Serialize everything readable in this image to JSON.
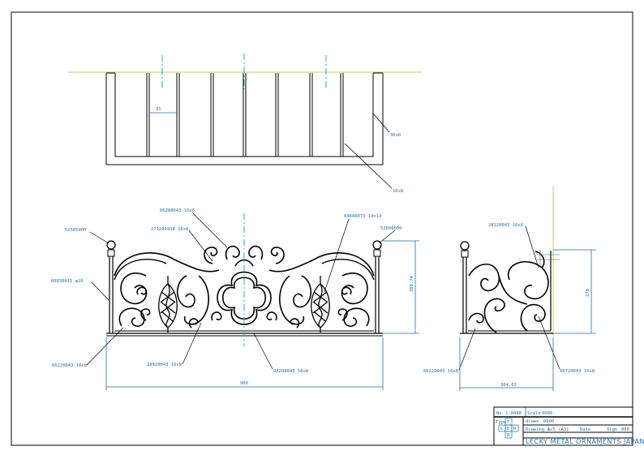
{
  "top_view": {
    "dim_width_91": "91",
    "bar_30x8": "30x8",
    "bar_16x8": "16x8"
  },
  "front_view": {
    "part_52505000": "52505000",
    "part_00030015": "00030015 φ16",
    "part_66288043": "66288043 16x8",
    "part_27320043": "27320043B 16x8",
    "part_04640073": "04640073 14x14",
    "part_52606000": "52606000",
    "part_66220043": "66220043 16x8",
    "part_28820043": "28820043 16x8",
    "part_98288043": "98288043 16x8",
    "dim_height": "388.74",
    "dim_width": "900"
  },
  "side_view": {
    "part_28120043": "28120043 16x8",
    "part_66220043": "66220043 16x8",
    "part_66720043": "66720043 16x8",
    "dim_height": "278",
    "dim_width": "304.63"
  },
  "title_block": {
    "no_label": "No",
    "no_value": "1-0488",
    "scale_label": "Scale",
    "scale_value": "0000",
    "type_label": "Type",
    "logo_letters": [
      "T",
      "L",
      "E",
      "R",
      "B"
    ],
    "drawn_label": "drawn",
    "drawn_value": "0000",
    "line3_left": "Drawing no",
    "line3_mid": "1 5 (A3)",
    "line3_right_a": "Date",
    "line3_right_b": "Sign",
    "line3_right_c": "000",
    "company": "LECKY METAL ORNAMENTS JAPAN"
  },
  "colors": {
    "line": "#000000",
    "dimension": "#1e6fb0",
    "centerline": "#00b8c8",
    "groundline": "#c8c860"
  }
}
